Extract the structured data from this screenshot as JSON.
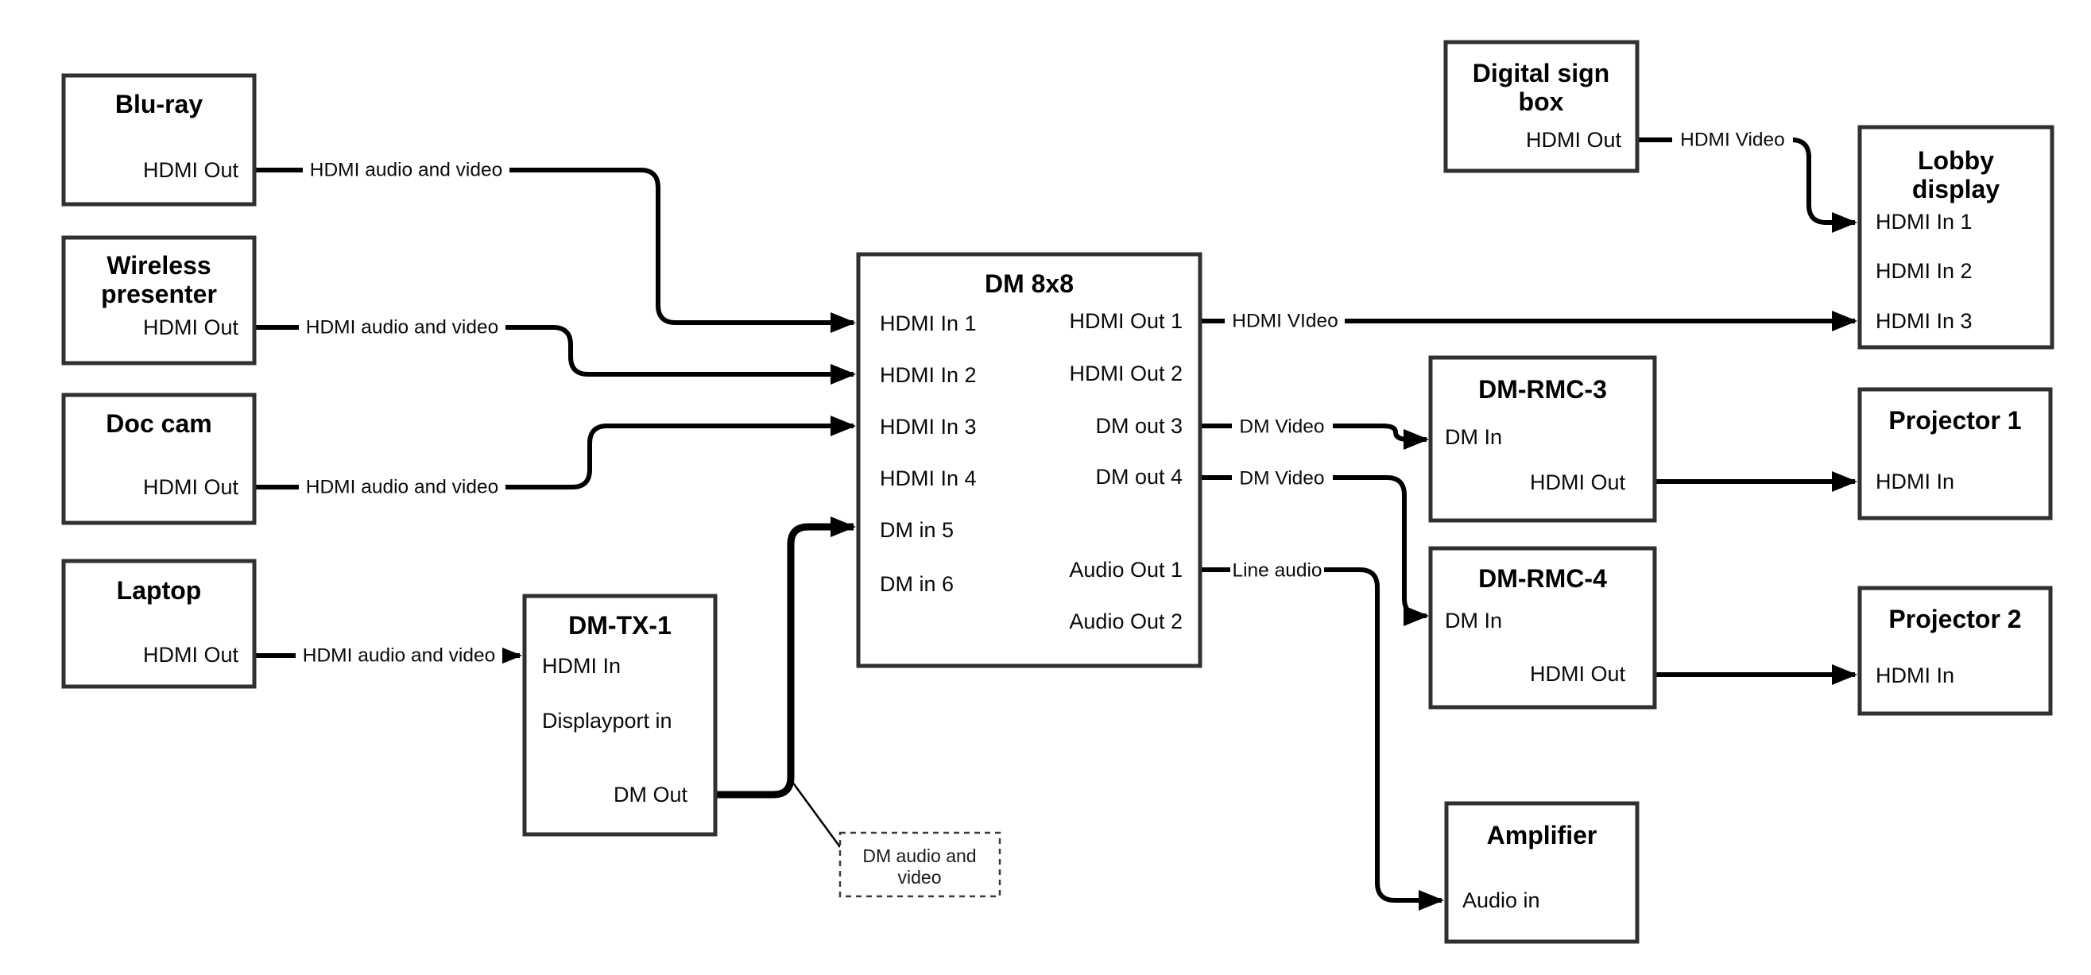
{
  "diagram": {
    "type": "av-signal-flow",
    "colors": {
      "background": "#ffffff",
      "box_stroke": "#303030",
      "wire": "#000000",
      "text": "#000000"
    },
    "nodes": {
      "blu_ray": {
        "title": "Blu-ray",
        "ports": {
          "hdmi_out": "HDMI Out"
        }
      },
      "wireless_presenter": {
        "title_line1": "Wireless",
        "title_line2": "presenter",
        "ports": {
          "hdmi_out": "HDMI Out"
        }
      },
      "doc_cam": {
        "title": "Doc cam",
        "ports": {
          "hdmi_out": "HDMI Out"
        }
      },
      "laptop": {
        "title": "Laptop",
        "ports": {
          "hdmi_out": "HDMI Out"
        }
      },
      "dm_tx_1": {
        "title": "DM-TX-1",
        "ports": {
          "hdmi_in": "HDMI In",
          "displayport_in": "Displayport in",
          "dm_out": "DM Out"
        }
      },
      "dm_8x8": {
        "title": "DM 8x8",
        "ports": {
          "hdmi_in_1": "HDMI In 1",
          "hdmi_in_2": "HDMI In 2",
          "hdmi_in_3": "HDMI In 3",
          "hdmi_in_4": "HDMI In 4",
          "dm_in_5": "DM in 5",
          "dm_in_6": "DM in 6",
          "hdmi_out_1": "HDMI Out 1",
          "hdmi_out_2": "HDMI Out 2",
          "dm_out_3": "DM out 3",
          "dm_out_4": "DM out 4",
          "audio_out_1": "Audio Out 1",
          "audio_out_2": "Audio Out 2"
        }
      },
      "digital_sign_box": {
        "title_line1": "Digital sign",
        "title_line2": "box",
        "ports": {
          "hdmi_out": "HDMI Out"
        }
      },
      "lobby_display": {
        "title_line1": "Lobby",
        "title_line2": "display",
        "ports": {
          "hdmi_in_1": "HDMI In 1",
          "hdmi_in_2": "HDMI In 2",
          "hdmi_in_3": "HDMI In 3"
        }
      },
      "dm_rmc_3": {
        "title": "DM-RMC-3",
        "ports": {
          "dm_in": "DM In",
          "hdmi_out": "HDMI Out"
        }
      },
      "dm_rmc_4": {
        "title": "DM-RMC-4",
        "ports": {
          "dm_in": "DM In",
          "hdmi_out": "HDMI Out"
        }
      },
      "projector_1": {
        "title": "Projector 1",
        "ports": {
          "hdmi_in": "HDMI In"
        }
      },
      "projector_2": {
        "title": "Projector 2",
        "ports": {
          "hdmi_in": "HDMI In"
        }
      },
      "amplifier": {
        "title": "Amplifier",
        "ports": {
          "audio_in": "Audio in"
        }
      }
    },
    "callout": {
      "line1": "DM audio and",
      "line2": "video"
    },
    "connections": [
      {
        "from": "Blu-ray / HDMI Out",
        "to": "DM 8x8 / HDMI In 1",
        "label": "HDMI audio and video"
      },
      {
        "from": "Wireless presenter / HDMI Out",
        "to": "DM 8x8 / HDMI In 2",
        "label": "HDMI audio and video"
      },
      {
        "from": "Doc cam / HDMI Out",
        "to": "DM 8x8 / HDMI In 3",
        "label": "HDMI audio and video"
      },
      {
        "from": "Laptop / HDMI Out",
        "to": "DM-TX-1 / HDMI In",
        "label": "HDMI audio and video"
      },
      {
        "from": "DM-TX-1 / DM Out",
        "to": "DM 8x8 / DM in 5",
        "label": "",
        "callout": "DM audio and video"
      },
      {
        "from": "DM 8x8 / HDMI Out 1",
        "to": "Lobby display / HDMI In 3",
        "label": "HDMI VIdeo"
      },
      {
        "from": "Digital sign box / HDMI Out",
        "to": "Lobby display / HDMI In 1",
        "label": "HDMI Video"
      },
      {
        "from": "DM 8x8 / DM out 3",
        "to": "DM-RMC-3 / DM In",
        "label": "DM Video"
      },
      {
        "from": "DM 8x8 / DM out 4",
        "to": "DM-RMC-4 / DM In",
        "label": "DM Video"
      },
      {
        "from": "DM 8x8 / Audio Out 1",
        "to": "Amplifier / Audio in",
        "label": "Line audio"
      },
      {
        "from": "DM-RMC-3 / HDMI Out",
        "to": "Projector 1 / HDMI In",
        "label": ""
      },
      {
        "from": "DM-RMC-4 / HDMI Out",
        "to": "Projector 2 / HDMI In",
        "label": ""
      }
    ]
  }
}
